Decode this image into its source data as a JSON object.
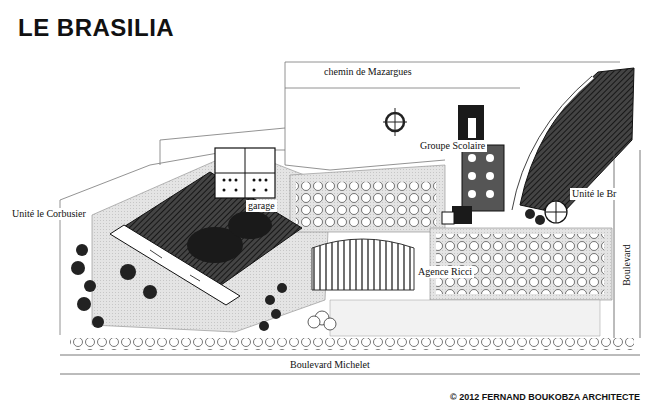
{
  "diagram": {
    "title": "LE BRASILIA",
    "caption": "© 2012 FERNAND BOUKOBZA ARCHITECTE",
    "labels": [
      "chemin de Mazargues",
      "Groupe Scolaire",
      "Unité le Br",
      "garage",
      "Unité le Corbusier",
      "Agence Ricci",
      "Boulevard",
      "Boulevard Michelet"
    ]
  }
}
